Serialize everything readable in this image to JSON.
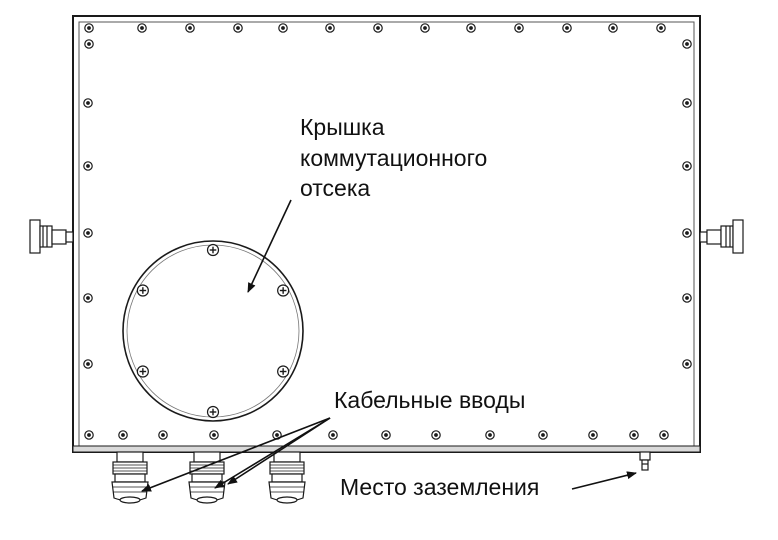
{
  "diagram": {
    "labels": {
      "cover": [
        "Крышка",
        "коммутационного",
        "отсека"
      ],
      "cable_entries": "Кабельные вводы",
      "grounding": "Место заземления"
    },
    "icons": {
      "enclosure": "enclosure-front-view",
      "bolt": "bolt-head-icon",
      "connector": "side-connector-icon",
      "gland": "cable-gland-icon",
      "ground": "ground-stud-icon"
    },
    "colors": {
      "line": "#1a1a1a",
      "fill": "#ffffff",
      "body": "#f2f2f2"
    }
  }
}
